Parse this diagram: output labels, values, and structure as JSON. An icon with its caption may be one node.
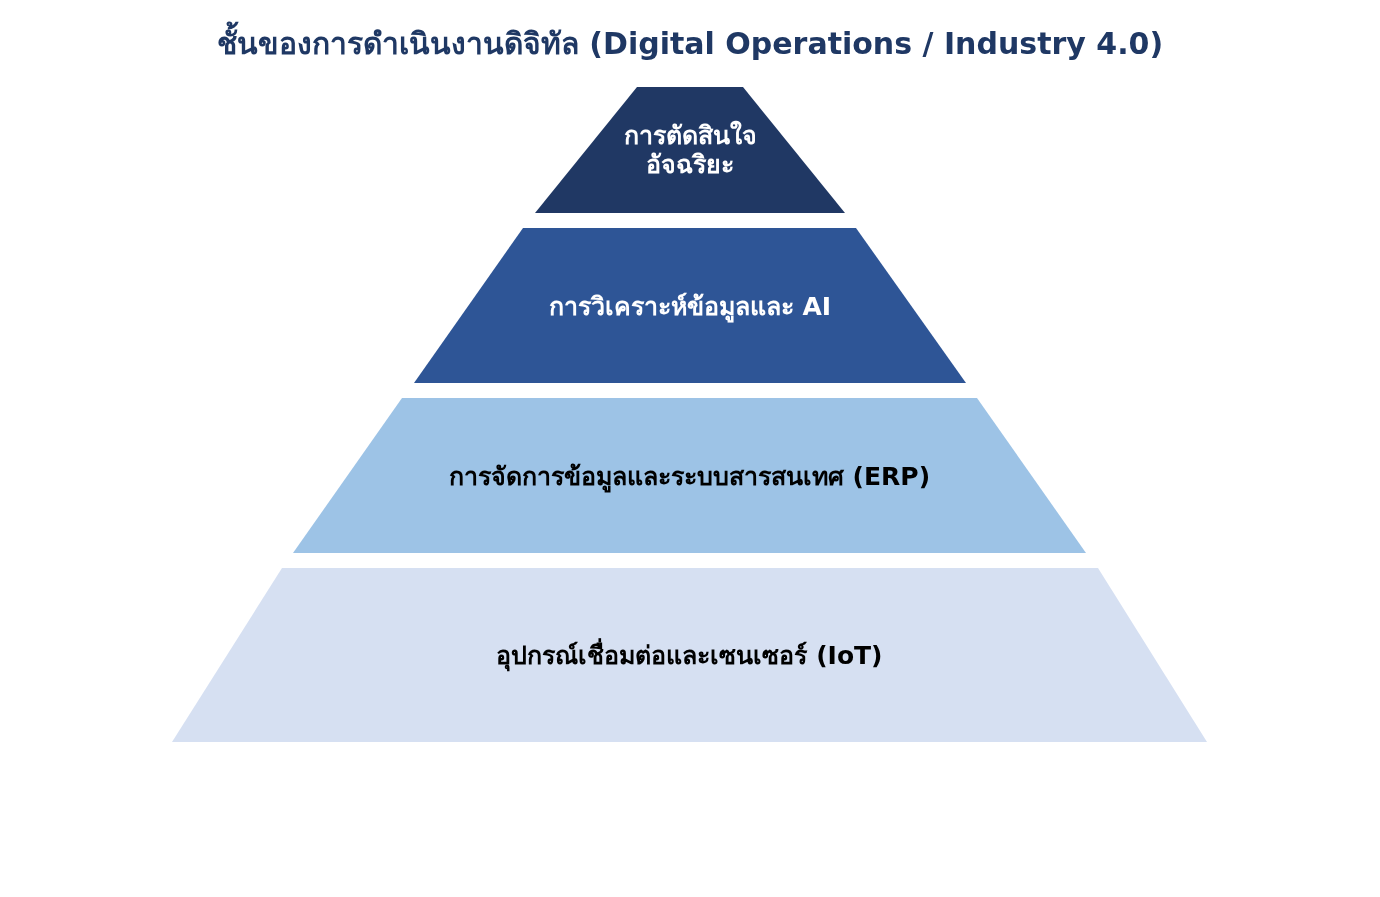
{
  "diagram": {
    "title": "ชั้นของการดำเนินงานดิจิทัล (Digital Operations / Industry 4.0)",
    "nodes": [
      {
        "text": [
          "การตัดสินใจอัจฉริยะ"
        ]
      },
      {
        "text": [
          "การวิเคราะห์ข้อมูลและ AI"
        ]
      },
      {
        "text": [
          "การจัดการข้อมูลและระบบสารสนเทศ (ERP)"
        ]
      },
      {
        "text": [
          "อุปกรณ์เชื่อมต่อและเซนเซอร์ (IoT)"
        ]
      }
    ]
  }
}
